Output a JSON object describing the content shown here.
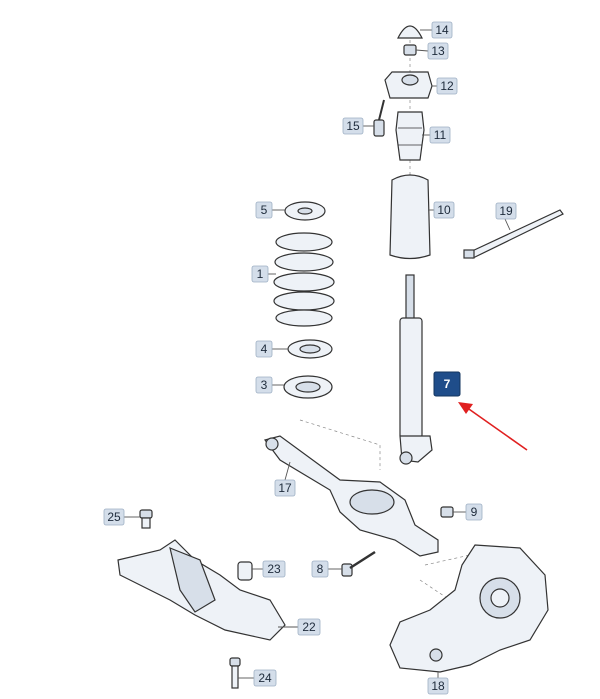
{
  "diagram": {
    "callouts": [
      {
        "id": "c14",
        "label": "14"
      },
      {
        "id": "c13",
        "label": "13"
      },
      {
        "id": "c12",
        "label": "12"
      },
      {
        "id": "c15",
        "label": "15"
      },
      {
        "id": "c11",
        "label": "11"
      },
      {
        "id": "c5",
        "label": "5"
      },
      {
        "id": "c10",
        "label": "10"
      },
      {
        "id": "c19",
        "label": "19"
      },
      {
        "id": "c1",
        "label": "1"
      },
      {
        "id": "c4",
        "label": "4"
      },
      {
        "id": "c3",
        "label": "3"
      },
      {
        "id": "c7",
        "label": "7",
        "highlighted": true
      },
      {
        "id": "c17",
        "label": "17"
      },
      {
        "id": "c25",
        "label": "25"
      },
      {
        "id": "c9",
        "label": "9"
      },
      {
        "id": "c23",
        "label": "23"
      },
      {
        "id": "c8",
        "label": "8"
      },
      {
        "id": "c22",
        "label": "22"
      },
      {
        "id": "c24",
        "label": "24"
      },
      {
        "id": "c18",
        "label": "18"
      }
    ],
    "colors": {
      "highlight": "#1f4d8a",
      "arrow": "#e02020",
      "callout_fill": "#d4deea"
    }
  }
}
